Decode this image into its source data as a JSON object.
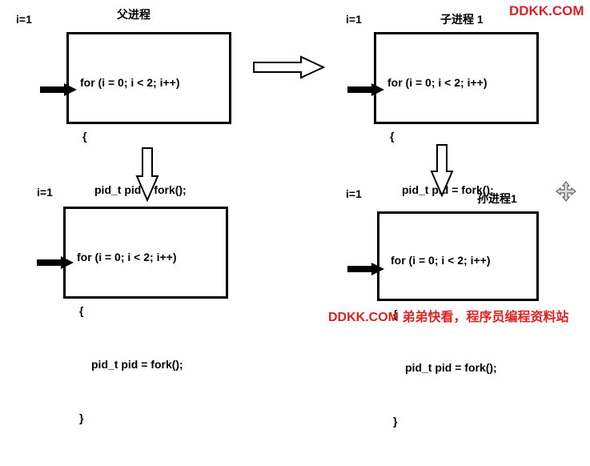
{
  "watermark_top": "DDKK.COM",
  "watermark_bottom": "DDKK.COM 弟弟快看，程序员编程资料站",
  "diagram": {
    "blocks": [
      {
        "id": "parent",
        "i_label": "i=1",
        "title": "父进程",
        "code_lines": [
          "for (i = 0; i < 2; i++)",
          "{",
          "pid_t pid = fork();",
          "}"
        ]
      },
      {
        "id": "child",
        "i_label": "i=1",
        "title": "子进程  1",
        "code_lines": [
          "for (i = 0; i < 2; i++)",
          "{",
          "pid_t pid = fork();",
          "}"
        ]
      },
      {
        "id": "parent-next",
        "i_label": "i=1",
        "title": "",
        "code_lines": [
          "for (i = 0; i < 2; i++)",
          "{",
          "pid_t pid = fork();",
          "}"
        ]
      },
      {
        "id": "grandchild",
        "i_label": "i=1",
        "title": "孙进程1",
        "code_lines": [
          "for (i = 0; i < 2; i++)",
          "{",
          "pid_t pid = fork();",
          "}"
        ]
      }
    ]
  },
  "colors": {
    "watermark": "#e02020",
    "box_border": "#000000"
  },
  "icons": [
    "move-cursor-icon"
  ]
}
